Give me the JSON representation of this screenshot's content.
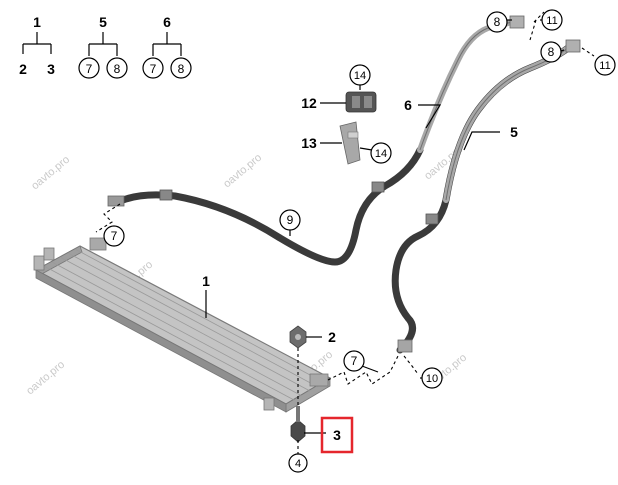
{
  "legend": {
    "group1": {
      "parent": "1",
      "children": [
        "2",
        "3"
      ]
    },
    "group5": {
      "parent": "5",
      "children": [
        "7",
        "8"
      ]
    },
    "group6": {
      "parent": "6",
      "children": [
        "7",
        "8"
      ]
    }
  },
  "callouts": {
    "c1": "1",
    "c2": "2",
    "c3": "3",
    "c4": "4",
    "c5": "5",
    "c6": "6",
    "c7a": "7",
    "c7b": "7",
    "c8a": "8",
    "c8b": "8",
    "c9": "9",
    "c10": "10",
    "c11a": "11",
    "c11b": "11",
    "c12": "12",
    "c13": "13",
    "c14a": "14",
    "c14b": "14"
  },
  "watermark": "oavto.pro",
  "colors": {
    "highlight": "#e5262c",
    "hose_dark": "#3a3a3a",
    "pipe_grey": "#a8a8a8",
    "cooler": "#bdbdbd"
  }
}
